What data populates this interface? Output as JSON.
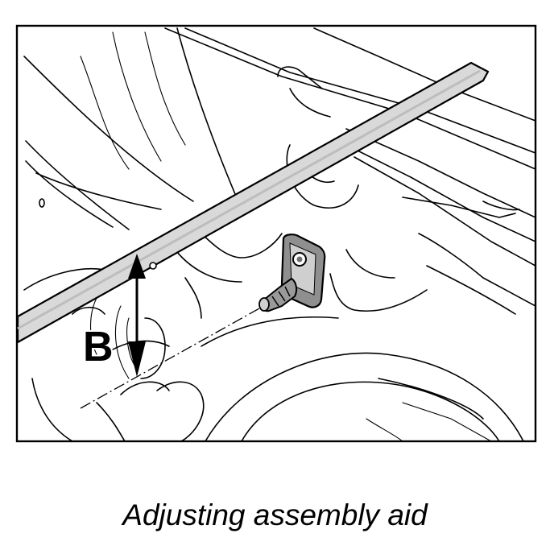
{
  "figure": {
    "callout_label": "B",
    "caption": "Adjusting assembly aid",
    "colors": {
      "line": "#000000",
      "ruler_fill": "#d9d9d9",
      "background": "#ffffff"
    },
    "icons": [
      "measurement-arrow-icon",
      "bracket-with-pin"
    ]
  }
}
